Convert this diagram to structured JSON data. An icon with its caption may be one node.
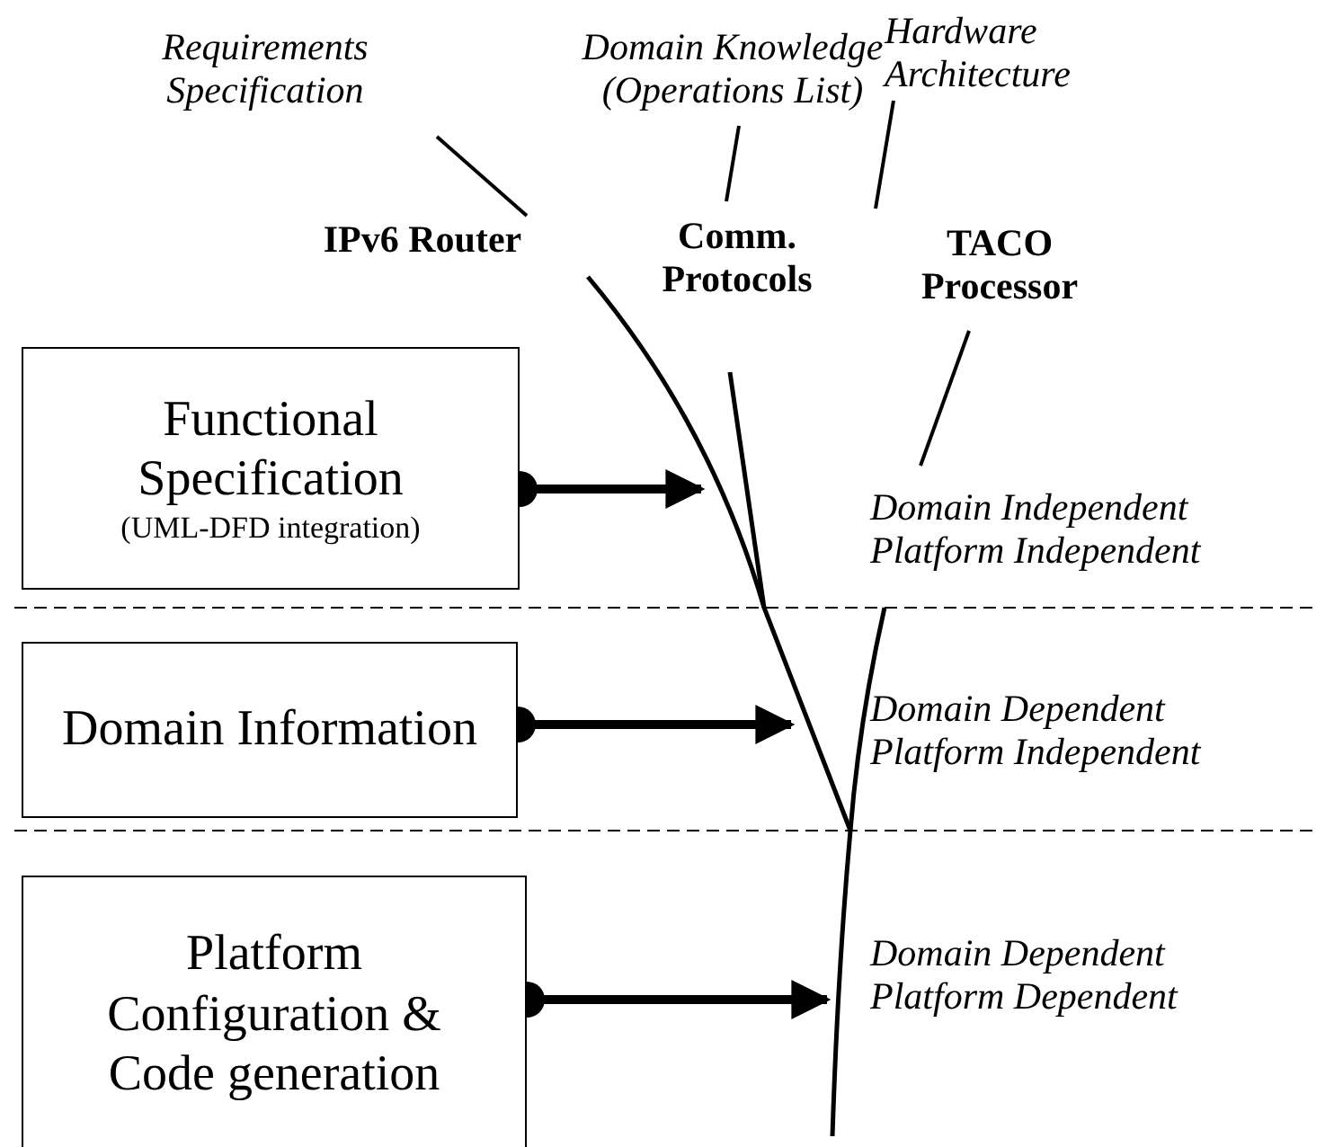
{
  "diagram": {
    "nodes": [
      {
        "text": [
          "Requirements Specification"
        ]
      },
      {
        "text": [
          "Domain Knowledge (Operations List)"
        ]
      },
      {
        "text": [
          "Hardware Architecture"
        ]
      },
      {
        "text": [
          "IPv6 Router"
        ]
      },
      {
        "text": [
          "Comm. Protocols"
        ]
      },
      {
        "text": [
          "TACO Processor"
        ]
      },
      {
        "text": [
          "Functional Specification",
          "(UML-DFD integration)"
        ]
      },
      {
        "text": [
          "Domain Information"
        ]
      },
      {
        "text": [
          "Platform Configuration & Code generation"
        ]
      },
      {
        "text": [
          "Domain Independent Platform Independent"
        ]
      },
      {
        "text": [
          "Domain Dependent Platform Independent"
        ]
      },
      {
        "text": [
          "Domain Dependent Platform Dependent"
        ]
      }
    ],
    "edges": [
      {
        "from": 0,
        "to": 3,
        "arrow": "none"
      },
      {
        "from": 1,
        "to": 4,
        "arrow": "none"
      },
      {
        "from": 2,
        "to": 5,
        "arrow": "none"
      },
      {
        "from": 5,
        "to": 9,
        "arrow": "none"
      },
      {
        "from": 6,
        "to": 9,
        "arrow": "to",
        "style": "thick"
      },
      {
        "from": 7,
        "to": 10,
        "arrow": "to",
        "style": "thick"
      },
      {
        "from": 8,
        "to": 11,
        "arrow": "to",
        "style": "thick"
      }
    ]
  }
}
